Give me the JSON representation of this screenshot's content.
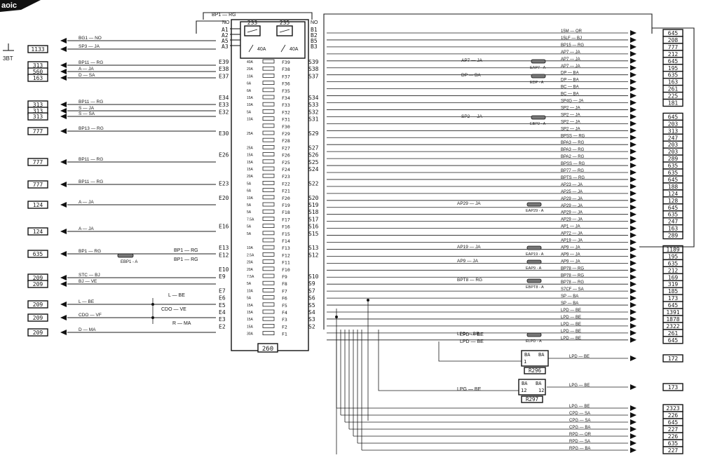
{
  "header": {
    "title_fragment": "aoic"
  },
  "module": {
    "label": "260",
    "relays": [
      "233",
      "235"
    ],
    "relay_ratings": [
      "40A",
      "40A"
    ],
    "inputs_top": [
      "A1",
      "A2",
      "A5",
      "A3"
    ],
    "outputs_top": [
      "B1",
      "B2",
      "B5",
      "B3"
    ],
    "top_feed": "BP1 — RG",
    "no_labels": [
      "NO",
      "NO"
    ],
    "fuses": [
      {
        "id": "F39",
        "rating": "40A",
        "e": "E39",
        "s": "S39"
      },
      {
        "id": "F38",
        "rating": "20A",
        "e": "E38",
        "s": "S38"
      },
      {
        "id": "F37",
        "rating": "10A",
        "e": "E37",
        "s": "S37"
      },
      {
        "id": "F36",
        "rating": "6A",
        "e": "",
        "s": ""
      },
      {
        "id": "F35",
        "rating": "6A",
        "e": "",
        "s": ""
      },
      {
        "id": "F34",
        "rating": "15A",
        "e": "E34",
        "s": "S34"
      },
      {
        "id": "F33",
        "rating": "10A",
        "e": "E33",
        "s": "S33"
      },
      {
        "id": "F32",
        "rating": "5A",
        "e": "E32",
        "s": "S32"
      },
      {
        "id": "F31",
        "rating": "10A",
        "e": "",
        "s": "S31"
      },
      {
        "id": "F30",
        "rating": "",
        "e": "",
        "s": ""
      },
      {
        "id": "F29",
        "rating": "25A",
        "e": "E30",
        "s": "S29"
      },
      {
        "id": "F28",
        "rating": "",
        "e": "",
        "s": ""
      },
      {
        "id": "F27",
        "rating": "25A",
        "e": "",
        "s": "S27"
      },
      {
        "id": "F26",
        "rating": "15A",
        "e": "E26",
        "s": "S26"
      },
      {
        "id": "F25",
        "rating": "15A",
        "e": "",
        "s": "S25"
      },
      {
        "id": "F24",
        "rating": "15A",
        "e": "",
        "s": "S24"
      },
      {
        "id": "F23",
        "rating": "20A",
        "e": "",
        "s": ""
      },
      {
        "id": "F22",
        "rating": "5A",
        "e": "E23",
        "s": "S22"
      },
      {
        "id": "F21",
        "rating": "6A",
        "e": "",
        "s": ""
      },
      {
        "id": "F20",
        "rating": "10A",
        "e": "E20",
        "s": "S20"
      },
      {
        "id": "F19",
        "rating": "5A",
        "e": "",
        "s": "S19"
      },
      {
        "id": "F18",
        "rating": "5A",
        "e": "",
        "s": "S18"
      },
      {
        "id": "F17",
        "rating": "7.5A",
        "e": "",
        "s": "S17"
      },
      {
        "id": "F16",
        "rating": "5A",
        "e": "E16",
        "s": "S16"
      },
      {
        "id": "F15",
        "rating": "5A",
        "e": "",
        "s": "S15"
      },
      {
        "id": "F14",
        "rating": "",
        "e": "",
        "s": ""
      },
      {
        "id": "F13",
        "rating": "10A",
        "e": "E13",
        "s": "S13"
      },
      {
        "id": "F12",
        "rating": "2.5A",
        "e": "E12",
        "s": "S12"
      },
      {
        "id": "F11",
        "rating": "20A",
        "e": "",
        "s": ""
      },
      {
        "id": "F10",
        "rating": "20A",
        "e": "E10",
        "s": ""
      },
      {
        "id": "F9",
        "rating": "7.5A",
        "e": "E9",
        "s": "S10"
      },
      {
        "id": "F8",
        "rating": "5A",
        "e": "",
        "s": "S9"
      },
      {
        "id": "F7",
        "rating": "10A",
        "e": "E7",
        "s": "S7"
      },
      {
        "id": "F6",
        "rating": "5A",
        "e": "E6",
        "s": "S6"
      },
      {
        "id": "F5",
        "rating": "15A",
        "e": "E5",
        "s": "S5"
      },
      {
        "id": "F4",
        "rating": "15A",
        "e": "E4",
        "s": "S4"
      },
      {
        "id": "F3",
        "rating": "15A",
        "e": "E3",
        "s": "S3"
      },
      {
        "id": "F2",
        "rating": "15A",
        "e": "E2",
        "s": "S2"
      },
      {
        "id": "F1",
        "rating": "30A",
        "e": "",
        "s": ""
      }
    ]
  },
  "left_wires": [
    {
      "pin": "A2",
      "label": "BG1 — NO",
      "code": ""
    },
    {
      "pin": "A3",
      "label": "SP3 — JA",
      "code": "1133"
    },
    {
      "pin": "E39",
      "label": "BP11 — RG",
      "code": "313"
    },
    {
      "pin": "E38",
      "label": "A — JA",
      "code": "560"
    },
    {
      "pin": "E37",
      "label": "D — SA",
      "code": "163"
    },
    {
      "pin": "E34",
      "label": "BP11 — RG",
      "code": "313"
    },
    {
      "pin": "E33",
      "label": "S — JA",
      "code": "313"
    },
    {
      "pin": "E32",
      "label": "S — SA",
      "code": "313"
    },
    {
      "pin": "E30",
      "label": "BP13 — RG",
      "code": "777"
    },
    {
      "pin": "E26",
      "label": "BP11 — RG",
      "code": "777"
    },
    {
      "pin": "E23",
      "label": "BP11 — RG",
      "code": "777"
    },
    {
      "pin": "E20",
      "label": "A — JA",
      "code": "124"
    },
    {
      "pin": "E16",
      "label": "A — JA",
      "code": "124"
    },
    {
      "pin": "E13",
      "label": "BP1 — RG",
      "code": "635"
    },
    {
      "pin": "E10",
      "label": "STC — BJ",
      "code": "209"
    },
    {
      "pin": "E9",
      "label": "BJ — VE",
      "code": "209"
    },
    {
      "pin": "E6",
      "label": "L — BE",
      "code": "209"
    },
    {
      "pin": "E4",
      "label": "CDO — VF",
      "code": "209"
    },
    {
      "pin": "E3",
      "label": "D — MA",
      "code": "209"
    }
  ],
  "splice_left": {
    "label": "EBP1 - A",
    "wire": "BP1 — RG"
  },
  "mid_left_labels": [
    "BP1 — RG",
    "BP1 — RG",
    "L — BE",
    "CDO — VE",
    "R — MA"
  ],
  "right_wires": [
    {
      "label": "15M — OR",
      "code": "645"
    },
    {
      "label": "15LF — BJ",
      "code": "208"
    },
    {
      "label": "BP15 — RG",
      "code": "777"
    },
    {
      "label": "AP7 — JA",
      "code": "212"
    },
    {
      "label": "AP7 — JA",
      "code": "645"
    },
    {
      "label": "AP7 — JA",
      "code": "195"
    },
    {
      "label": "DP — BA",
      "code": "635"
    },
    {
      "label": "DP — BA",
      "code": "163"
    },
    {
      "label": "BC — BA",
      "code": "261"
    },
    {
      "label": "BC — BA",
      "code": "225"
    },
    {
      "label": "SP4G — JA",
      "code": "181"
    },
    {
      "label": "SP2 — JA",
      "code": ""
    },
    {
      "label": "SP2 — JA",
      "code": "645"
    },
    {
      "label": "SP2 — JA",
      "code": "203"
    },
    {
      "label": "SP2 — JA",
      "code": "313"
    },
    {
      "label": "BPSS — RG",
      "code": "247"
    },
    {
      "label": "BPA3 — RG",
      "code": "203"
    },
    {
      "label": "BPA3 — RG",
      "code": "203"
    },
    {
      "label": "BPA2 — RG",
      "code": "289"
    },
    {
      "label": "BPSS — RG",
      "code": "635"
    },
    {
      "label": "BP77 — RG",
      "code": "635"
    },
    {
      "label": "BPTS — RG",
      "code": "645"
    },
    {
      "label": "AP23 — JA",
      "code": "188"
    },
    {
      "label": "AP25 — JA",
      "code": "124"
    },
    {
      "label": "AP29 — JA",
      "code": "128"
    },
    {
      "label": "AP29 — JA",
      "code": "645"
    },
    {
      "label": "AP29 — JA",
      "code": "635"
    },
    {
      "label": "AP29 — JA",
      "code": "247"
    },
    {
      "label": "AP1 — JA",
      "code": "163"
    },
    {
      "label": "AP72 — JA",
      "code": "289"
    },
    {
      "label": "AP19 — JA",
      "code": ""
    },
    {
      "label": "AP9 — JA",
      "code": "1189"
    },
    {
      "label": "AP9 — JA",
      "code": "195"
    },
    {
      "label": "AP9 — JA",
      "code": "635"
    },
    {
      "label": "BP78 — RG",
      "code": "212"
    },
    {
      "label": "BP78 — RG",
      "code": "169"
    },
    {
      "label": "BP78 — RG",
      "code": "319"
    },
    {
      "label": "S7CF — SA",
      "code": "185"
    },
    {
      "label": "SP — BA",
      "code": "173"
    },
    {
      "label": "SP — BA",
      "code": "645"
    },
    {
      "label": "LPD — BE",
      "code": "1391"
    },
    {
      "label": "LPD — BE",
      "code": "1878"
    },
    {
      "label": "LPD — BE",
      "code": "2322"
    },
    {
      "label": "LPD — BE",
      "code": "261"
    },
    {
      "label": "LPD — BE",
      "code": "645"
    }
  ],
  "lower_right": [
    {
      "label": "LPD — BE",
      "code": "172"
    },
    {
      "label": "LPG — BE",
      "code": "173"
    },
    {
      "label": "LPG — BE",
      "code": "2323"
    },
    {
      "label": "CPD — SA",
      "code": "226"
    },
    {
      "label": "CPG — SA",
      "code": "645"
    },
    {
      "label": "CPG — BA",
      "code": "227"
    },
    {
      "label": "RPD — OR",
      "code": "226"
    },
    {
      "label": "RPD — SA",
      "code": "635"
    },
    {
      "label": "RPG — BA",
      "code": "227"
    }
  ],
  "splices": [
    {
      "label": "EAP7 - A",
      "wire": "AP7 — JA"
    },
    {
      "label": "EDP - A",
      "wire": "DP — BA"
    },
    {
      "label": "EBP2 - A",
      "wire": "SP2 — JA"
    },
    {
      "label": "EAP29 - A",
      "wire": "AP29 — JA"
    },
    {
      "label": "EAP19 - A",
      "wire": "AP19 — JA"
    },
    {
      "label": "EAP9 - A",
      "wire": "AP9 — JA"
    },
    {
      "label": "EBPT8 - A",
      "wire": "BPT8 — RG"
    },
    {
      "label": "ELPD - A",
      "wire": "LPD — BE"
    }
  ],
  "mid_right_labels": [
    "LPD — BE",
    "LPD — BE",
    "LPG — BE"
  ],
  "relays_out": [
    {
      "label": "R296",
      "pin_in": "1",
      "pin_out": "",
      "color_in": "BA",
      "color_out": "BA"
    },
    {
      "label": "R297",
      "pin_in": "12",
      "pin_out": "12",
      "color_in": "BA",
      "color_out": "BA"
    }
  ],
  "ground_label": "3BT"
}
